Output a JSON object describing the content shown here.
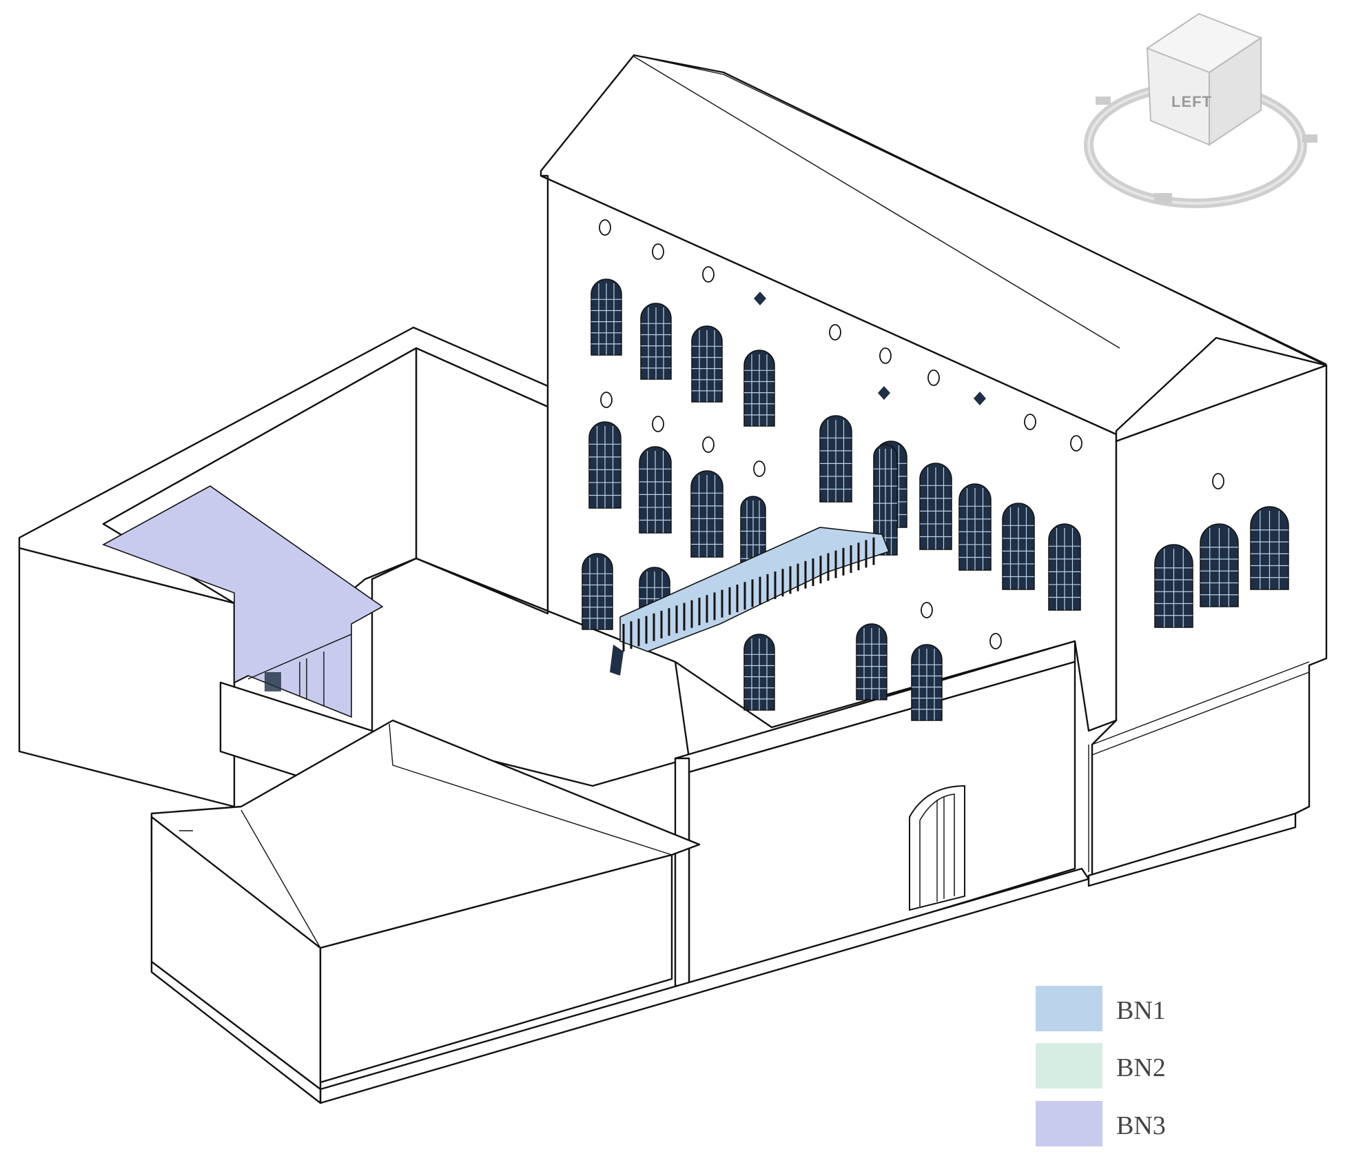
{
  "colors": {
    "bn1": "#bcd4eb",
    "bn2": "#d6ede3",
    "bn3": "#c9cbee",
    "line": "#111111",
    "window": "#1f2f45"
  },
  "viewcube": {
    "face_label": "LEFT",
    "icon": "view-cube-icon"
  },
  "legend": [
    {
      "label": "BN1",
      "color": "#bcd4eb"
    },
    {
      "label": "BN2",
      "color": "#d6ede3"
    },
    {
      "label": "BN3",
      "color": "#c9cbee"
    }
  ]
}
